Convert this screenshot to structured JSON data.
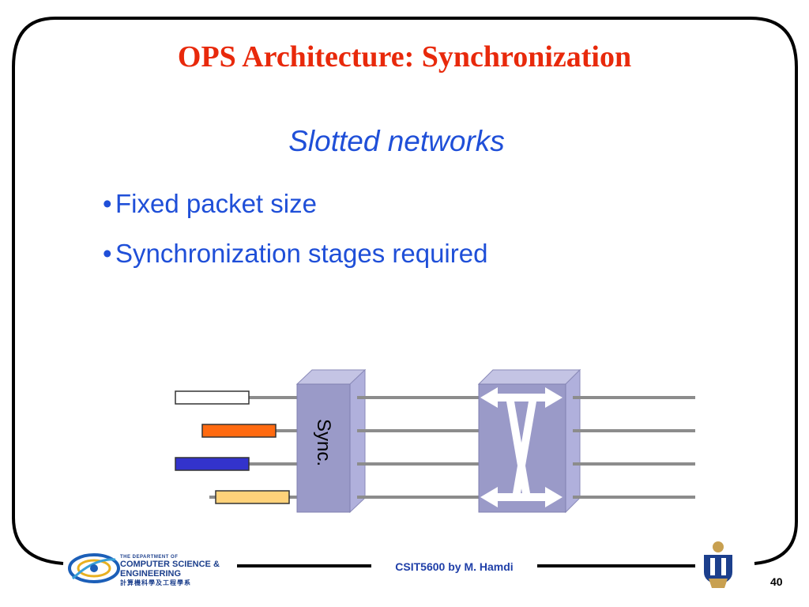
{
  "slide": {
    "title": "OPS Architecture: Synchronization",
    "subtitle": "Slotted networks",
    "bullets": [
      "Fixed packet size",
      "Synchronization stages required"
    ],
    "bullet_glyph": "•",
    "page_number": "40"
  },
  "footer": {
    "course": "CSIT5600 by M. Hamdi",
    "department": {
      "line1": "THE DEPARTMENT OF",
      "line2": "COMPUTER SCIENCE &",
      "line3": "ENGINEERING",
      "line4": "計算機科學及工程學系"
    }
  },
  "diagram": {
    "sync_label": "Sync.",
    "packet_colors": [
      "#ffffff",
      "#ff6a10",
      "#3333cc",
      "#ffd27a"
    ],
    "box_color": "#9a9ac8",
    "line_color": "#8c8c8c",
    "accent_color": "#e8290b",
    "text_color": "#1f4fd8"
  }
}
